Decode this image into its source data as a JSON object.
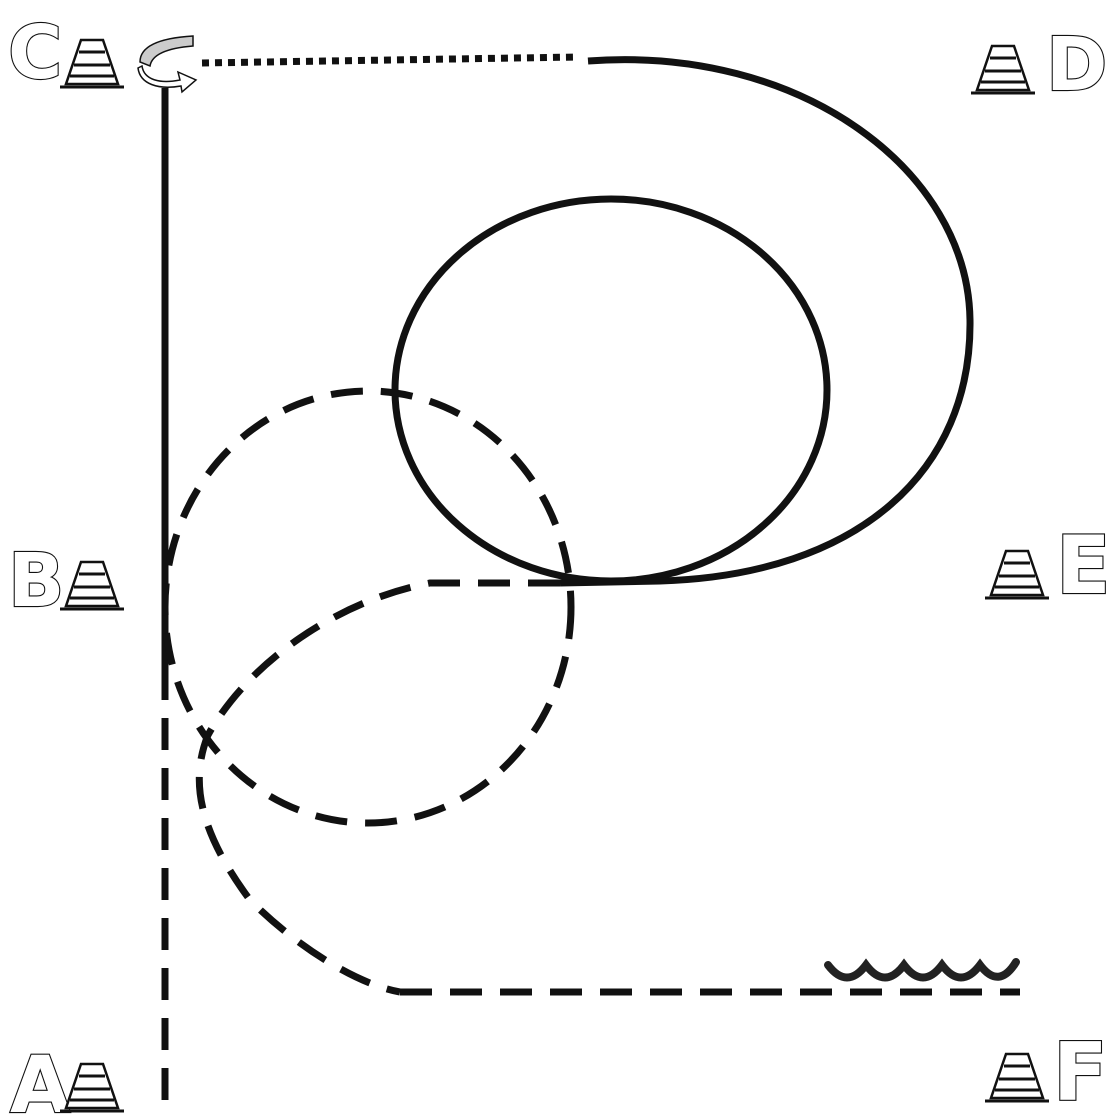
{
  "markers": [
    {
      "id": "C",
      "label": "C"
    },
    {
      "id": "D",
      "label": "D"
    },
    {
      "id": "B",
      "label": "B"
    },
    {
      "id": "E",
      "label": "E"
    },
    {
      "id": "A",
      "label": "A"
    },
    {
      "id": "F",
      "label": "F"
    }
  ],
  "legend": {
    "solid": "solid",
    "dashed": "dashed",
    "dotted": "dotted",
    "wavy": "wavy"
  },
  "colors": {
    "line": "#111111",
    "background": "#ffffff",
    "turn_arrow_fill": "#cccccc"
  },
  "icons": {
    "cone": "traffic-cone-icon",
    "turn": "rotate-arrow-icon"
  }
}
